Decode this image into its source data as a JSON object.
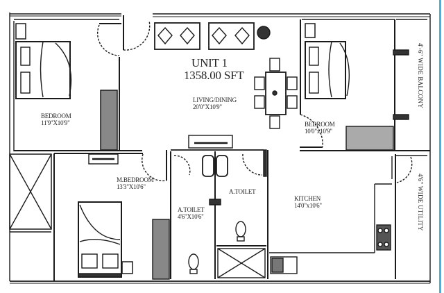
{
  "plan": {
    "unit_title": "UNIT 1",
    "unit_area": "1358.00 SFT",
    "rooms": [
      {
        "name": "BEDROOM",
        "size": "11'9\"X10'9\""
      },
      {
        "name": "LIVING/DINING",
        "size": "20'0\"X10'9\""
      },
      {
        "name": "BEDROOM",
        "size": "10'0\"x10'9\""
      },
      {
        "name": "M.BEDROOM",
        "size": "13'3\"X10'6\""
      },
      {
        "name": "A.TOILET",
        "size": "4'6\"X10'6\""
      },
      {
        "name": "A.TOILET",
        "size": ""
      },
      {
        "name": "KITCHEN",
        "size": "14'0\"x10'6\""
      }
    ],
    "balcony": "4'-6\" WIDE BALCONY",
    "utility": "4'6\" WIDE UTILITY"
  },
  "colors": {
    "wall": "#1a1a1a",
    "edge_accent": "#3fb4e6"
  }
}
